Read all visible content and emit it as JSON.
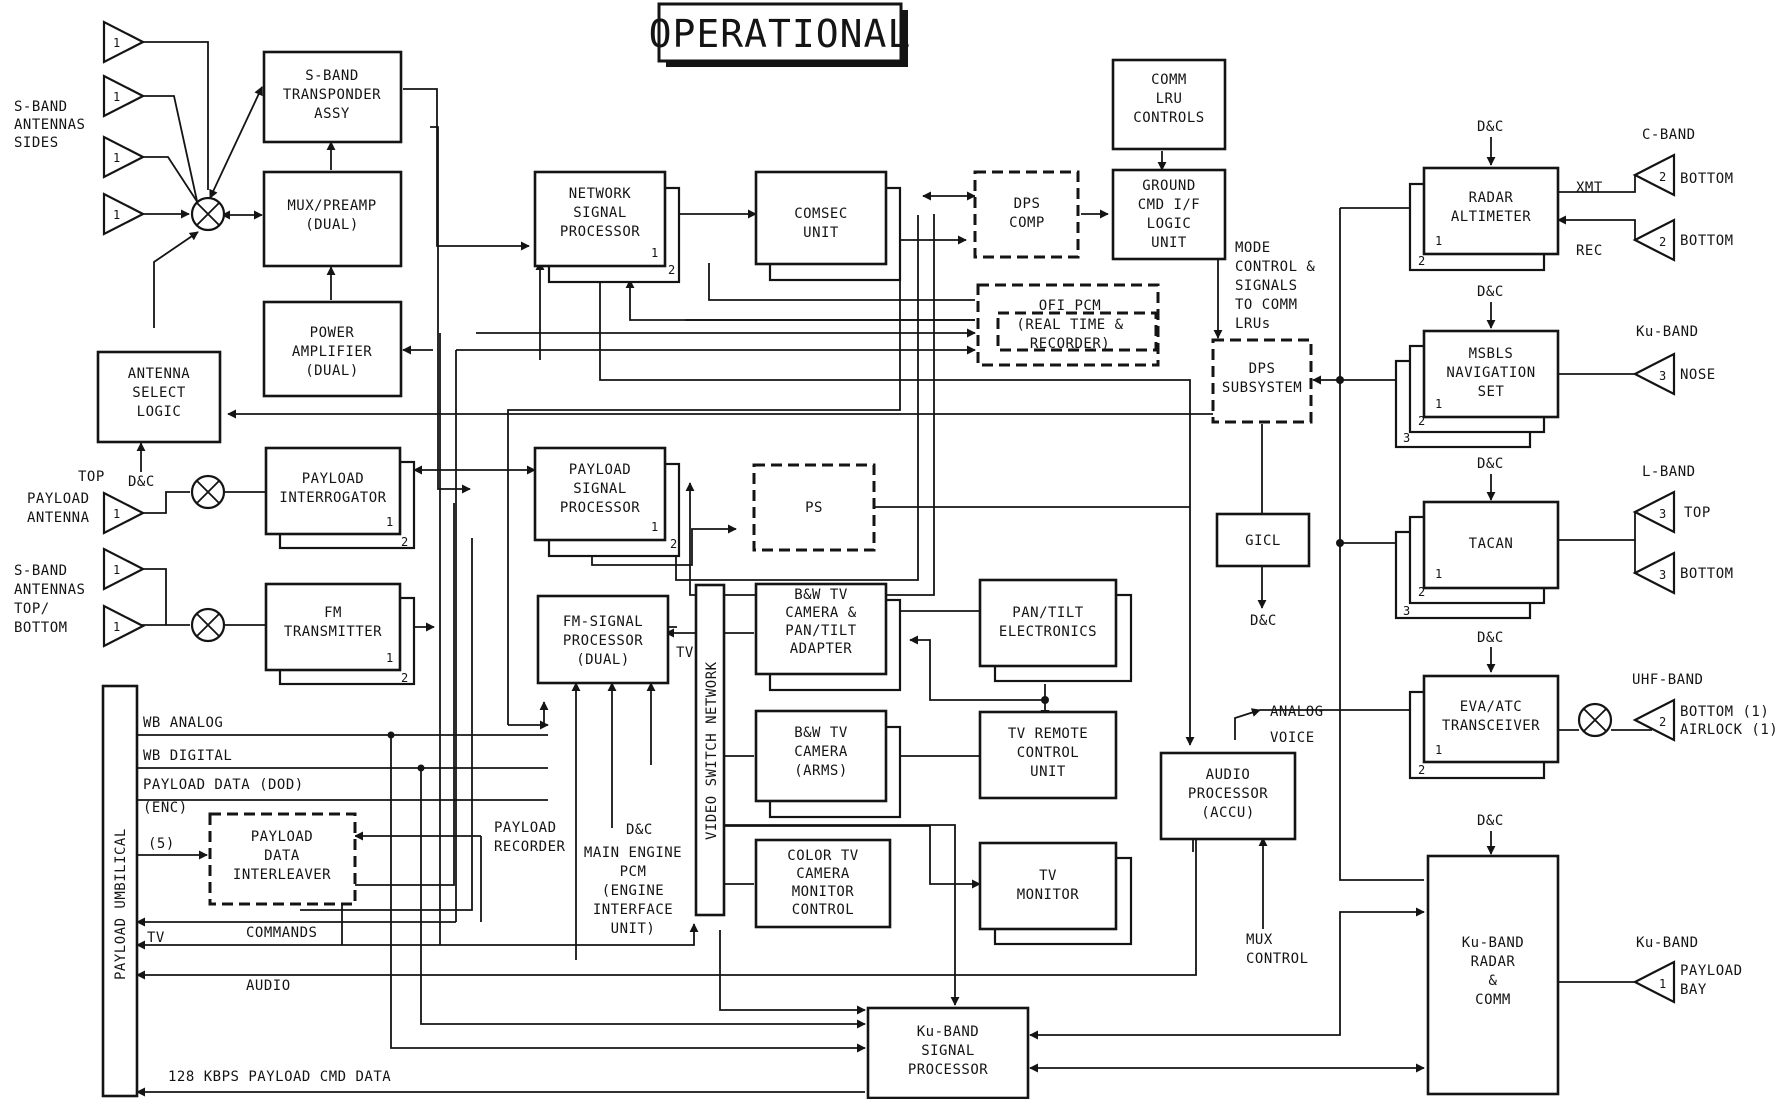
{
  "title": "OPERATIONAL",
  "boxes": {
    "sband_transponder": [
      "S-BAND",
      "TRANSPONDER",
      "ASSY"
    ],
    "mux_preamp": [
      "MUX/PREAMP",
      "(DUAL)"
    ],
    "power_amplifier": [
      "POWER",
      "AMPLIFIER",
      "(DUAL)"
    ],
    "antenna_select_logic": [
      "ANTENNA",
      "SELECT",
      "LOGIC"
    ],
    "payload_interrogator": [
      "PAYLOAD",
      "INTERROGATOR"
    ],
    "fm_transmitter": [
      "FM",
      "TRANSMITTER"
    ],
    "network_signal_processor": [
      "NETWORK",
      "SIGNAL",
      "PROCESSOR"
    ],
    "comsec_unit": [
      "COMSEC",
      "UNIT"
    ],
    "payload_signal_processor": [
      "PAYLOAD",
      "SIGNAL",
      "PROCESSOR"
    ],
    "ps": [
      "PS"
    ],
    "fm_signal_processor": [
      "FM-SIGNAL",
      "PROCESSOR",
      "(DUAL)"
    ],
    "bw_camera_pantilt": [
      "B&W TV",
      "CAMERA &",
      "PAN/TILT",
      "ADAPTER"
    ],
    "bw_camera_arms": [
      "B&W TV",
      "CAMERA",
      "(ARMS)"
    ],
    "color_tv_monitor_control": [
      "COLOR TV",
      "CAMERA",
      "MONITOR",
      "CONTROL"
    ],
    "pan_tilt_electronics": [
      "PAN/TILT",
      "ELECTRONICS"
    ],
    "tv_remote_control": [
      "TV REMOTE",
      "CONTROL",
      "UNIT"
    ],
    "tv_monitor": [
      "TV",
      "MONITOR"
    ],
    "payload_data_interleaver": [
      "PAYLOAD",
      "DATA",
      "INTERLEAVER"
    ],
    "comm_lru_controls": [
      "COMM",
      "LRU",
      "CONTROLS"
    ],
    "ground_cmd_logic": [
      "GROUND",
      "CMD I/F",
      "LOGIC",
      "UNIT"
    ],
    "dps_comp": [
      "DPS",
      "COMP"
    ],
    "ofi_pcm": [
      "OFI PCM",
      "(REAL TIME &",
      "RECORDER)"
    ],
    "dps_subsystem": [
      "DPS",
      "SUBSYSTEM"
    ],
    "gicl": [
      "GICL"
    ],
    "audio_processor": [
      "AUDIO",
      "PROCESSOR",
      "(ACCU)"
    ],
    "ku_signal_processor": [
      "Ku-BAND",
      "SIGNAL",
      "PROCESSOR"
    ],
    "radar_altimeter": [
      "RADAR",
      "ALTIMETER"
    ],
    "msbls": [
      "MSBLS",
      "NAVIGATION",
      "SET"
    ],
    "tacan": [
      "TACAN"
    ],
    "eva_atc": [
      "EVA/ATC",
      "TRANSCEIVER"
    ],
    "ku_radar_comm": [
      "Ku-BAND",
      "RADAR",
      "&",
      "COMM"
    ]
  },
  "labels": {
    "sband_sides": [
      "S-BAND",
      "ANTENNAS",
      "SIDES"
    ],
    "top": "TOP",
    "payload_antenna": [
      "PAYLOAD",
      "ANTENNA"
    ],
    "sband_topbottom": [
      "S-BAND",
      "ANTENNAS",
      "TOP/",
      "BOTTOM"
    ],
    "dc": "D&C",
    "payload_umbilical": "PAYLOAD UMBILICAL",
    "video_switch_network": "VIDEO SWITCH NETWORK",
    "tv": "TV",
    "wb_analog": "WB ANALOG",
    "wb_digital": "WB DIGITAL",
    "payload_data_dod": "PAYLOAD DATA (DOD)",
    "enc": "(ENC)",
    "five": "(5)",
    "commands": "COMMANDS",
    "audio": "AUDIO",
    "cmd_data": "128 KBPS PAYLOAD CMD DATA",
    "payload_recorder": [
      "PAYLOAD",
      "RECORDER"
    ],
    "main_engine_pcm": [
      "MAIN ENGINE",
      "PCM",
      "(ENGINE",
      "INTERFACE",
      "UNIT)"
    ],
    "mode_control": [
      "MODE",
      "CONTROL &",
      "SIGNALS",
      "TO COMM",
      "LRUs"
    ],
    "mux_control": [
      "MUX",
      "CONTROL"
    ],
    "analog": "ANALOG",
    "voice": "VOICE",
    "xmt": "XMT",
    "rec": "REC",
    "c_band": "C-BAND",
    "ku_band": "Ku-BAND",
    "l_band": "L-BAND",
    "uhf_band": "UHF-BAND",
    "bottom": "BOTTOM",
    "nose": "NOSE",
    "top_r": "TOP",
    "bottom_airlock": [
      "BOTTOM (1)",
      "AIRLOCK (1)"
    ],
    "payload_bay": [
      "PAYLOAD",
      "BAY"
    ]
  },
  "antenna_numbers": {
    "a1": "1",
    "a2": "2",
    "a3": "3"
  },
  "unit_numbers": {
    "n1": "1",
    "n2": "2",
    "n3": "3"
  }
}
